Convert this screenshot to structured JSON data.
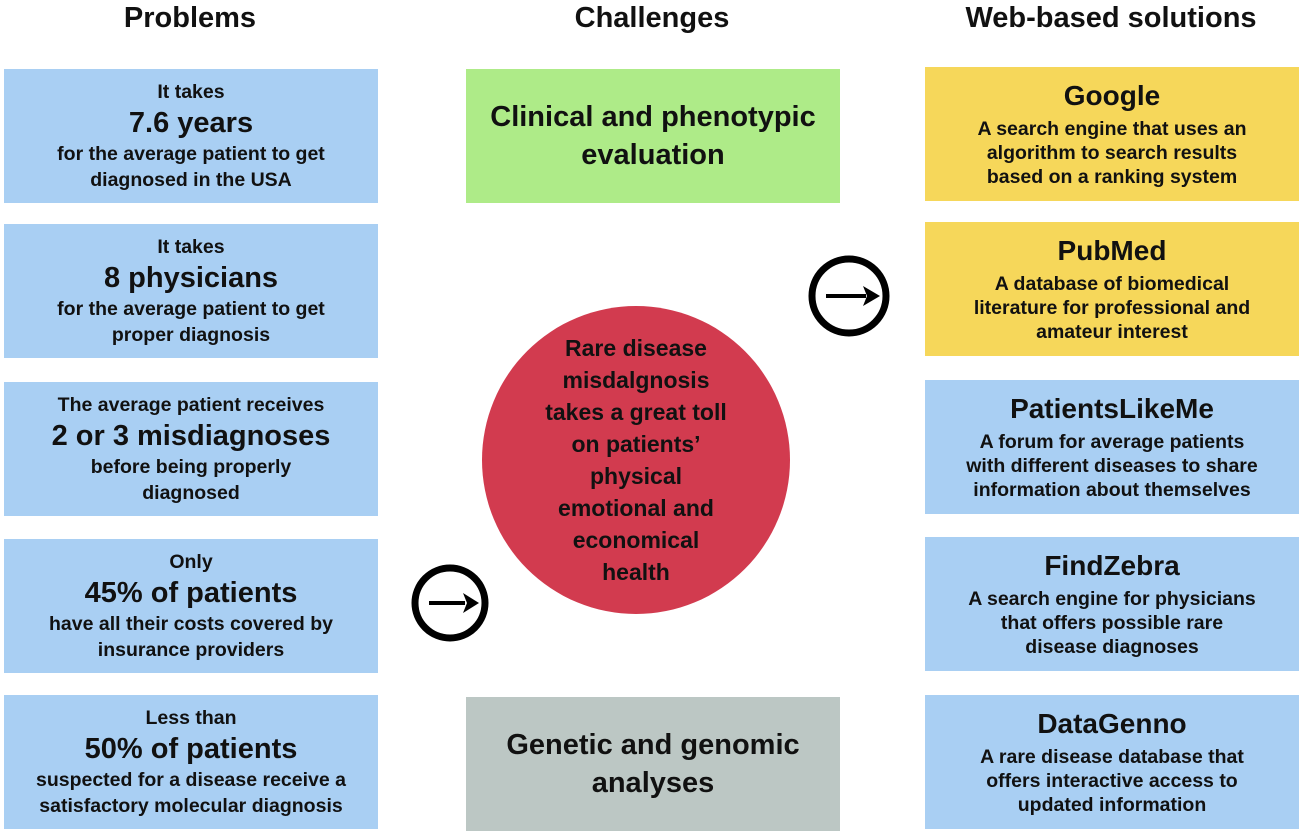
{
  "headers": {
    "problems": "Problems",
    "challenges": "Challenges",
    "solutions": "Web-based solutions"
  },
  "problems": [
    {
      "pre": "It takes",
      "big": "7.6 years",
      "post_lines": [
        "for the average patient to get",
        "diagnosed in the USA"
      ]
    },
    {
      "pre": "It takes",
      "big": "8 physicians",
      "post_lines": [
        "for the average patient to get",
        "proper diagnosis"
      ]
    },
    {
      "pre": "The average patient receives",
      "big": "2 or 3 misdiagnoses",
      "post_lines": [
        "before being properly",
        "diagnosed"
      ]
    },
    {
      "pre": "Only",
      "big": "45% of patients",
      "post_lines": [
        "have all their costs covered by",
        "insurance providers"
      ]
    },
    {
      "pre": "Less than",
      "big": "50% of patients",
      "post_lines": [
        "suspected for a disease receive a",
        "satisfactory molecular diagnosis"
      ]
    }
  ],
  "challenges": {
    "top_lines": [
      "Clinical and phenotypic",
      "evaluation"
    ],
    "center_lines": [
      "Rare disease",
      "misdalgnosis",
      "takes a great toll",
      "on patients’",
      "physical",
      "emotional and",
      "economical",
      "health"
    ],
    "bottom_lines": [
      "Genetic and genomic",
      "analyses"
    ]
  },
  "solutions": [
    {
      "name": "Google",
      "desc_lines": [
        "A search engine that uses an",
        "algorithm to search results",
        "based on a ranking system"
      ],
      "color": "#f6d75a"
    },
    {
      "name": "PubMed",
      "desc_lines": [
        "A database of biomedical",
        "literature for professional and",
        "amateur interest"
      ],
      "color": "#f6d75a"
    },
    {
      "name": "PatientsLikeMe",
      "desc_lines": [
        "A forum for average patients",
        "with different diseases to share",
        "information about themselves"
      ],
      "color": "#a9cff3"
    },
    {
      "name": "FindZebra",
      "desc_lines": [
        "A search engine for physicians",
        "that offers possible rare",
        "disease diagnoses"
      ],
      "color": "#a9cff3"
    },
    {
      "name": "DataGenno",
      "desc_lines": [
        "A rare disease database that",
        "offers interactive access to",
        "updated information"
      ],
      "color": "#a9cff3"
    }
  ],
  "icons": {
    "left_arrow": "arrow-circle-icon",
    "right_arrow": "arrow-circle-icon"
  },
  "colors": {
    "problem_box": "#a9cff3",
    "challenge_top": "#aeeb88",
    "challenge_bottom": "#bcc7c4",
    "center_circle": "#d23b4f",
    "solution_yellow": "#f6d75a",
    "solution_blue": "#a9cff3"
  }
}
